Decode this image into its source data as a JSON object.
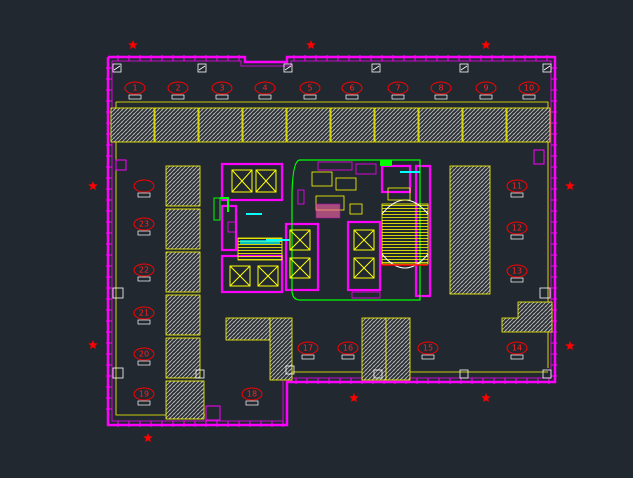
{
  "drawing": {
    "colors": {
      "background": "#212830",
      "outer_wall": "#ff00ff",
      "inner_wall": "#ffff00",
      "column_tick": "#ff00ff",
      "label_ellipse": "#ff0000",
      "hatch": "#b0b0b0",
      "star": "#ff0000",
      "green": "#00ff00",
      "cyan": "#00ffff",
      "white": "#ffffff"
    },
    "top_units": [
      "1",
      "2",
      "3",
      "4",
      "5",
      "6",
      "7",
      "8",
      "9",
      "10"
    ],
    "right_units": [
      "11",
      "12",
      "13",
      "14"
    ],
    "left_units": [
      "23",
      "22",
      "21",
      "20",
      "19"
    ],
    "bottom_units": [
      "15",
      "16",
      "17",
      "18"
    ],
    "icons": [
      "compass-star-icon",
      "ramp-arrow-icon",
      "elevator-icon",
      "stair-icon"
    ]
  }
}
